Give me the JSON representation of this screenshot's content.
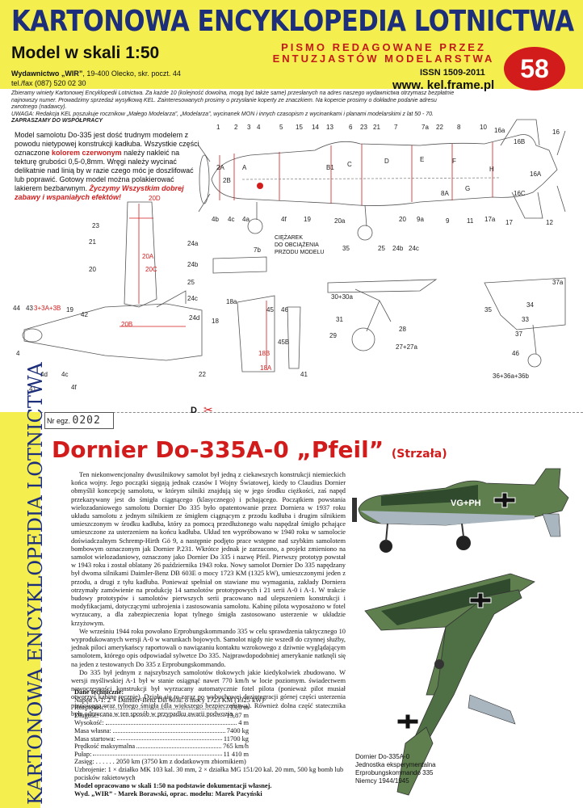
{
  "masthead": {
    "title": "KARTONOWA ENCYKLOPEDIA LOTNICTWA",
    "scale": "Model w skali 1:50",
    "tagline_1": "PISMO REDAGOWANE PRZEZ",
    "tagline_2": "ENTUZJASTÓW MODELARSTWA",
    "issue_number": "58",
    "publisher_name": "Wydawnictwo „WIR”",
    "publisher_address": ", 19-400 Olecko, skr. poczt. 44",
    "phone": "tel./fax (087) 520 02 30",
    "issn": "ISSN 1509-2011",
    "website": "www. kel.frame.pl"
  },
  "notes": {
    "line_1": "Zbieramy winiety Kartonowej Encyklopedii Lotnictwa. Za każde 10 (kolejność dowolna, mogą być także same) przesłanych na adres naszego wydawnictwa otrzymasz bezpłatnie najnowszy numer. Prowadzimy sprzedaż wysyłkową KEL. Zainteresowanych prosimy o przysłanie koperty ze znaczkiem. Na kopercie prosimy o dokładne podanie adresu zwrotnego (nadawcy).",
    "line_2": "UWAGA: Redakcja KEL poszukuje rocznikow „Małego Modelarza”, „Modelarza”, wycinanek MON i innych czasopism z wycinankami i planami modelarskimi z lat 50 - 70.",
    "line_3": "ZAPRASZAMY DO WSPÓŁPRACY"
  },
  "intro": {
    "text_a": "Model samolotu Do-335 jest dość trudnym modelem z powodu nietypowej konstrukcji kadłuba. Wszystkie części oznaczone ",
    "red_text": "kolorem czerwonym",
    "text_b": " należy nakleić na tekturę grubości 0,5-0,8mm. Wręgi należy wycinać delikatnie nad linią by w razie czego móc je doszlifować lub poprawić. Gotowy model można polakierować lakierem bezbarwnym. ",
    "wish": "Życzymy Wszystkim dobrej zabawy i wspaniałych efektów!"
  },
  "cargo_note": {
    "line_1": "CIĘŻAREK",
    "line_2": "DO OBCIĄŻENIA",
    "line_3": "PRZODU MODELU"
  },
  "cut": {
    "letter": "D",
    "scissors": "✂"
  },
  "register": {
    "label": "Nr egz.",
    "number": "0202"
  },
  "sidebar_text": "KARTONOWA ENCYKLOPEDIA LOTNICTWA",
  "article": {
    "title": "Dornier Do-335A-0 „Pfeil”",
    "subtitle": "(Strzała)",
    "paragraphs": [
      "Ten niekonwencjonalny dwusilnikowy samolot był jedną z ciekawszych konstrukcji niemieckich końca wojny. Jego początki sięgają jednak czasów I Wojny Światowej, kiedy to Claudius Dornier obmyślił koncepcję samolotu, w którym silniki znajdują się w jego środku ciężkości, zaś napęd przekazywany jest do śmigła ciągnącego (klasycznego) i pchającego. Początkiem powstania wielozadaniowego samolotu Dornier Do 335 było opatentowanie przez Dorniera w 1937 roku układu samolotu z jednym silnikiem ze śmigłem ciągnącym z przodu kadłuba i drugim silnikiem umieszczonym w środku kadłuba, który za pomocą przedłużonego wału napędzał śmigło pchające umieszczone za usterzeniem na końcu kadłuba. Układ ten wypróbowano w 1940 roku w samolocie doświadczalnym Schremp-Hirth Gö 9, a następnie podjęto prace wstępne nad szybkim samolotem bombowym oznaczonym jak Dornier P.231. Wkrótce jednak je zarzucono, a projekt zmieniono na samolot wielozadaniowy, oznaczony jako Dornier Do 335 i nazwę Pfeil. Pierwszy prototyp powstał w 1943 roku i został oblatany 26 października 1943 roku. Nowy samolot Dornier Do 335 napędzany był dwoma silnikami Daimler-Benz DB 603E o mocy 1723 KM (1325 kW), umieszczonymi jeden z przodu, a drugi z tyłu kadłuba. Ponieważ spełniał on stawiane mu wymagania, zakłady Dorniera otrzymały zamówienie na produkcję 14 samolotów prototypowych i 21 serii A-0 i A-1. W trakcie budowy prototypów i samolotów pierwszych serii pracowano nad ulepszeniem konstrukcji i modyfikacjami, dotyczącymi uzbrojenia i zastosowania samolotu. Kabinę pilota wyposażono w fotel wyrzucany, a dla zabezpieczenia łopat tylnego śmigła zastosowano usterzenie w układzie krzyżowym.",
      "We wrześniu 1944 roku powołano Erprobungskommando 335 w celu sprawdzenia taktycznego 10 wyprodukowanych wersji A-0 w warunkach bojowych. Samolot nigdy nie wszedł do czynnej służby, jednak piloci amerykańscy raportowali o nawiązaniu kontaktu wzrokowego z dziwnie wyglądającym samolotem, którego opis odpowiadał sylwetce Do 335. Najprawdopodobniej amerykanie natknęli się na jeden z testowanych Do 335 z Erprobungskommando.",
      "Do 335 był jednym z najszybszych samolotów tłokowych jakie kiedykolwiek zbudowano. W wersji myśliwskiej A-1 był w stanie osiągnąć nawet 770 km/h w locie poziomym. świadectwem nowoczesności konstrukcji był wyrzucany automatycznie fotel pilota (ponieważ pilot musiał otworzyć kabinę ręcznie). Działo się to zaraz po wybuchowej dezintegracji górnej części usterzenia pionowego oraz tylnego śmigła (dla większego bezpieczeństwa). Również dolna część statecznika była odrzucana w ten sposób w przypadku awarii podwozia."
    ]
  },
  "tech": {
    "heading": "Dane techniczne:",
    "drive": "Napęd A-1: 2 × Daimler-Benz DB 603E o mocy 1723 KM (1325 kW)",
    "rows": [
      {
        "k": "Rozpiętość:",
        "v": "13,8 m"
      },
      {
        "k": "Długość:",
        "v": "13,87 m"
      },
      {
        "k": "Wysokość:",
        "v": "4 m"
      },
      {
        "k": "Masa własna:",
        "v": "7400 kg"
      },
      {
        "k": "Masa startowa:",
        "v": "11700 kg"
      },
      {
        "k": "Prędkość maksymalna",
        "v": "765 km/h"
      },
      {
        "k": "Pułap:",
        "v": "11 410 m"
      }
    ],
    "range": "Zasięg: . . . . . . 2050 km (3750 km z dodatkowym zbiornikiem)",
    "armament": "Uzbrojenie: 1 × działko MK 103 kal. 30 mm, 2 × działka MG 151/20 kal. 20 mm, 500 kg bomb lub pocisków rakietowych"
  },
  "footer": {
    "line_1": "Model opracowano w skali 1:50 na podstawie dokumentacji własnej.",
    "line_2": "Wyd. „WIR” - Marek Borawski, oprac. modelu: Marek Pacyński"
  },
  "caption": {
    "line_1": "Dornier Do-335A-0",
    "line_2": "Jednostka eksperymentalna",
    "line_3": "Erprobungskommando 335",
    "line_4": "Niemcy 1944/1945"
  },
  "aircraft": {
    "code": "VG+PH"
  },
  "part_labels": {
    "fuselage_top": [
      "1",
      "2",
      "3",
      "4",
      "5",
      "15",
      "14",
      "13",
      "6",
      "23",
      "21",
      "7",
      "7a",
      "22",
      "8",
      "10",
      "16a",
      "16"
    ],
    "fuselage_bottom": [
      "4b",
      "4c",
      "4a",
      "4f",
      "19",
      "20a",
      "20",
      "9a",
      "9",
      "11",
      "17a",
      "17",
      "12",
      "35",
      "25",
      "24b",
      "24c"
    ],
    "fuselage_inner": [
      "2A",
      "2B",
      "A",
      "B1",
      "C",
      "D",
      "E",
      "F",
      "G",
      "H",
      "16B",
      "16A",
      "16C",
      "4d",
      "8A"
    ],
    "wing": [
      "20D",
      "23",
      "21",
      "20",
      "20A",
      "20C",
      "20B",
      "22",
      "24a",
      "24b",
      "25",
      "24c",
      "24d",
      "4",
      "44",
      "43",
      "3+3A+3B",
      "19",
      "42",
      "4d",
      "4c",
      "4f",
      "41",
      "18",
      "18a",
      "18B",
      "18A",
      "45",
      "46",
      "45B",
      "41",
      "7b"
    ],
    "gear": [
      "30+30a",
      "31",
      "29",
      "28",
      "27+27a",
      "37a",
      "35",
      "34",
      "33",
      "37",
      "46",
      "36+36a+36b"
    ]
  },
  "colors": {
    "masthead_bg": "#f4ee4e",
    "title_blue": "#1d2e7a",
    "accent_red": "#d21c1c",
    "camo_dark": "#2f4a2c",
    "camo_light": "#5f7f4f",
    "underside": "#a9b6bf"
  }
}
